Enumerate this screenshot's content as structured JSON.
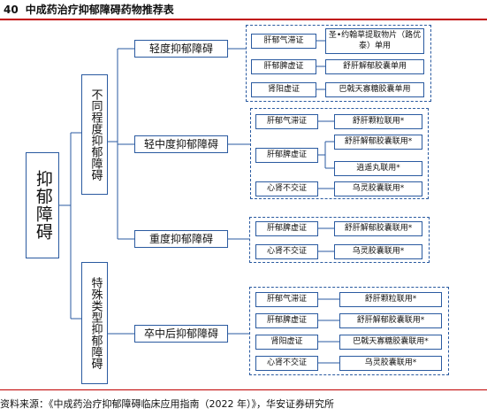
{
  "figure": {
    "number": "40",
    "title": "中成药治疗抑郁障碍药物推荐表",
    "source": "资料来源：《中成药治疗抑郁障碍临床应用指南（2022 年）》，华安证券研究所"
  },
  "root": {
    "label": "抑郁障碍"
  },
  "group_general": {
    "label": "不同程度抑郁障碍"
  },
  "group_special": {
    "label": "特殊类型抑郁障碍"
  },
  "cat_mild": {
    "label": "轻度抑郁障碍",
    "rows": [
      {
        "syndrome": "肝郁气滞证",
        "drug": "圣•约翰草提取物片（路优泰）单用"
      },
      {
        "syndrome": "肝郁脾虚证",
        "drug": "舒肝解郁胶囊单用"
      },
      {
        "syndrome": "肾阳虚证",
        "drug": "巴戟天寡糖胶囊单用"
      }
    ]
  },
  "cat_moderate": {
    "label": "轻中度抑郁障碍",
    "rows": [
      {
        "syndrome": "肝郁气滞证",
        "drugs": [
          "舒肝颗粒联用*"
        ]
      },
      {
        "syndrome": "肝郁脾虚证",
        "drugs": [
          "舒肝解郁胶囊联用*",
          "逍遥丸联用*"
        ]
      },
      {
        "syndrome": "心肾不交证",
        "drugs": [
          "乌灵胶囊联用*"
        ]
      }
    ]
  },
  "cat_severe": {
    "label": "重度抑郁障碍",
    "rows": [
      {
        "syndrome": "肝郁脾虚证",
        "drug": "舒肝解郁胶囊联用*"
      },
      {
        "syndrome": "心肾不交证",
        "drug": "乌灵胶囊联用*"
      }
    ]
  },
  "cat_stroke": {
    "label": "卒中后抑郁障碍",
    "rows": [
      {
        "syndrome": "肝郁气滞证",
        "drug": "舒肝颗粒联用*"
      },
      {
        "syndrome": "肝郁脾虚证",
        "drug": "舒肝解郁胶囊联用*"
      },
      {
        "syndrome": "肾阳虚证",
        "drug": "巴戟天寡糖胶囊联用*"
      },
      {
        "syndrome": "心肾不交证",
        "drug": "乌灵胶囊联用*"
      }
    ]
  },
  "colors": {
    "line": "#2a5aa0",
    "rule": "#c00000"
  }
}
